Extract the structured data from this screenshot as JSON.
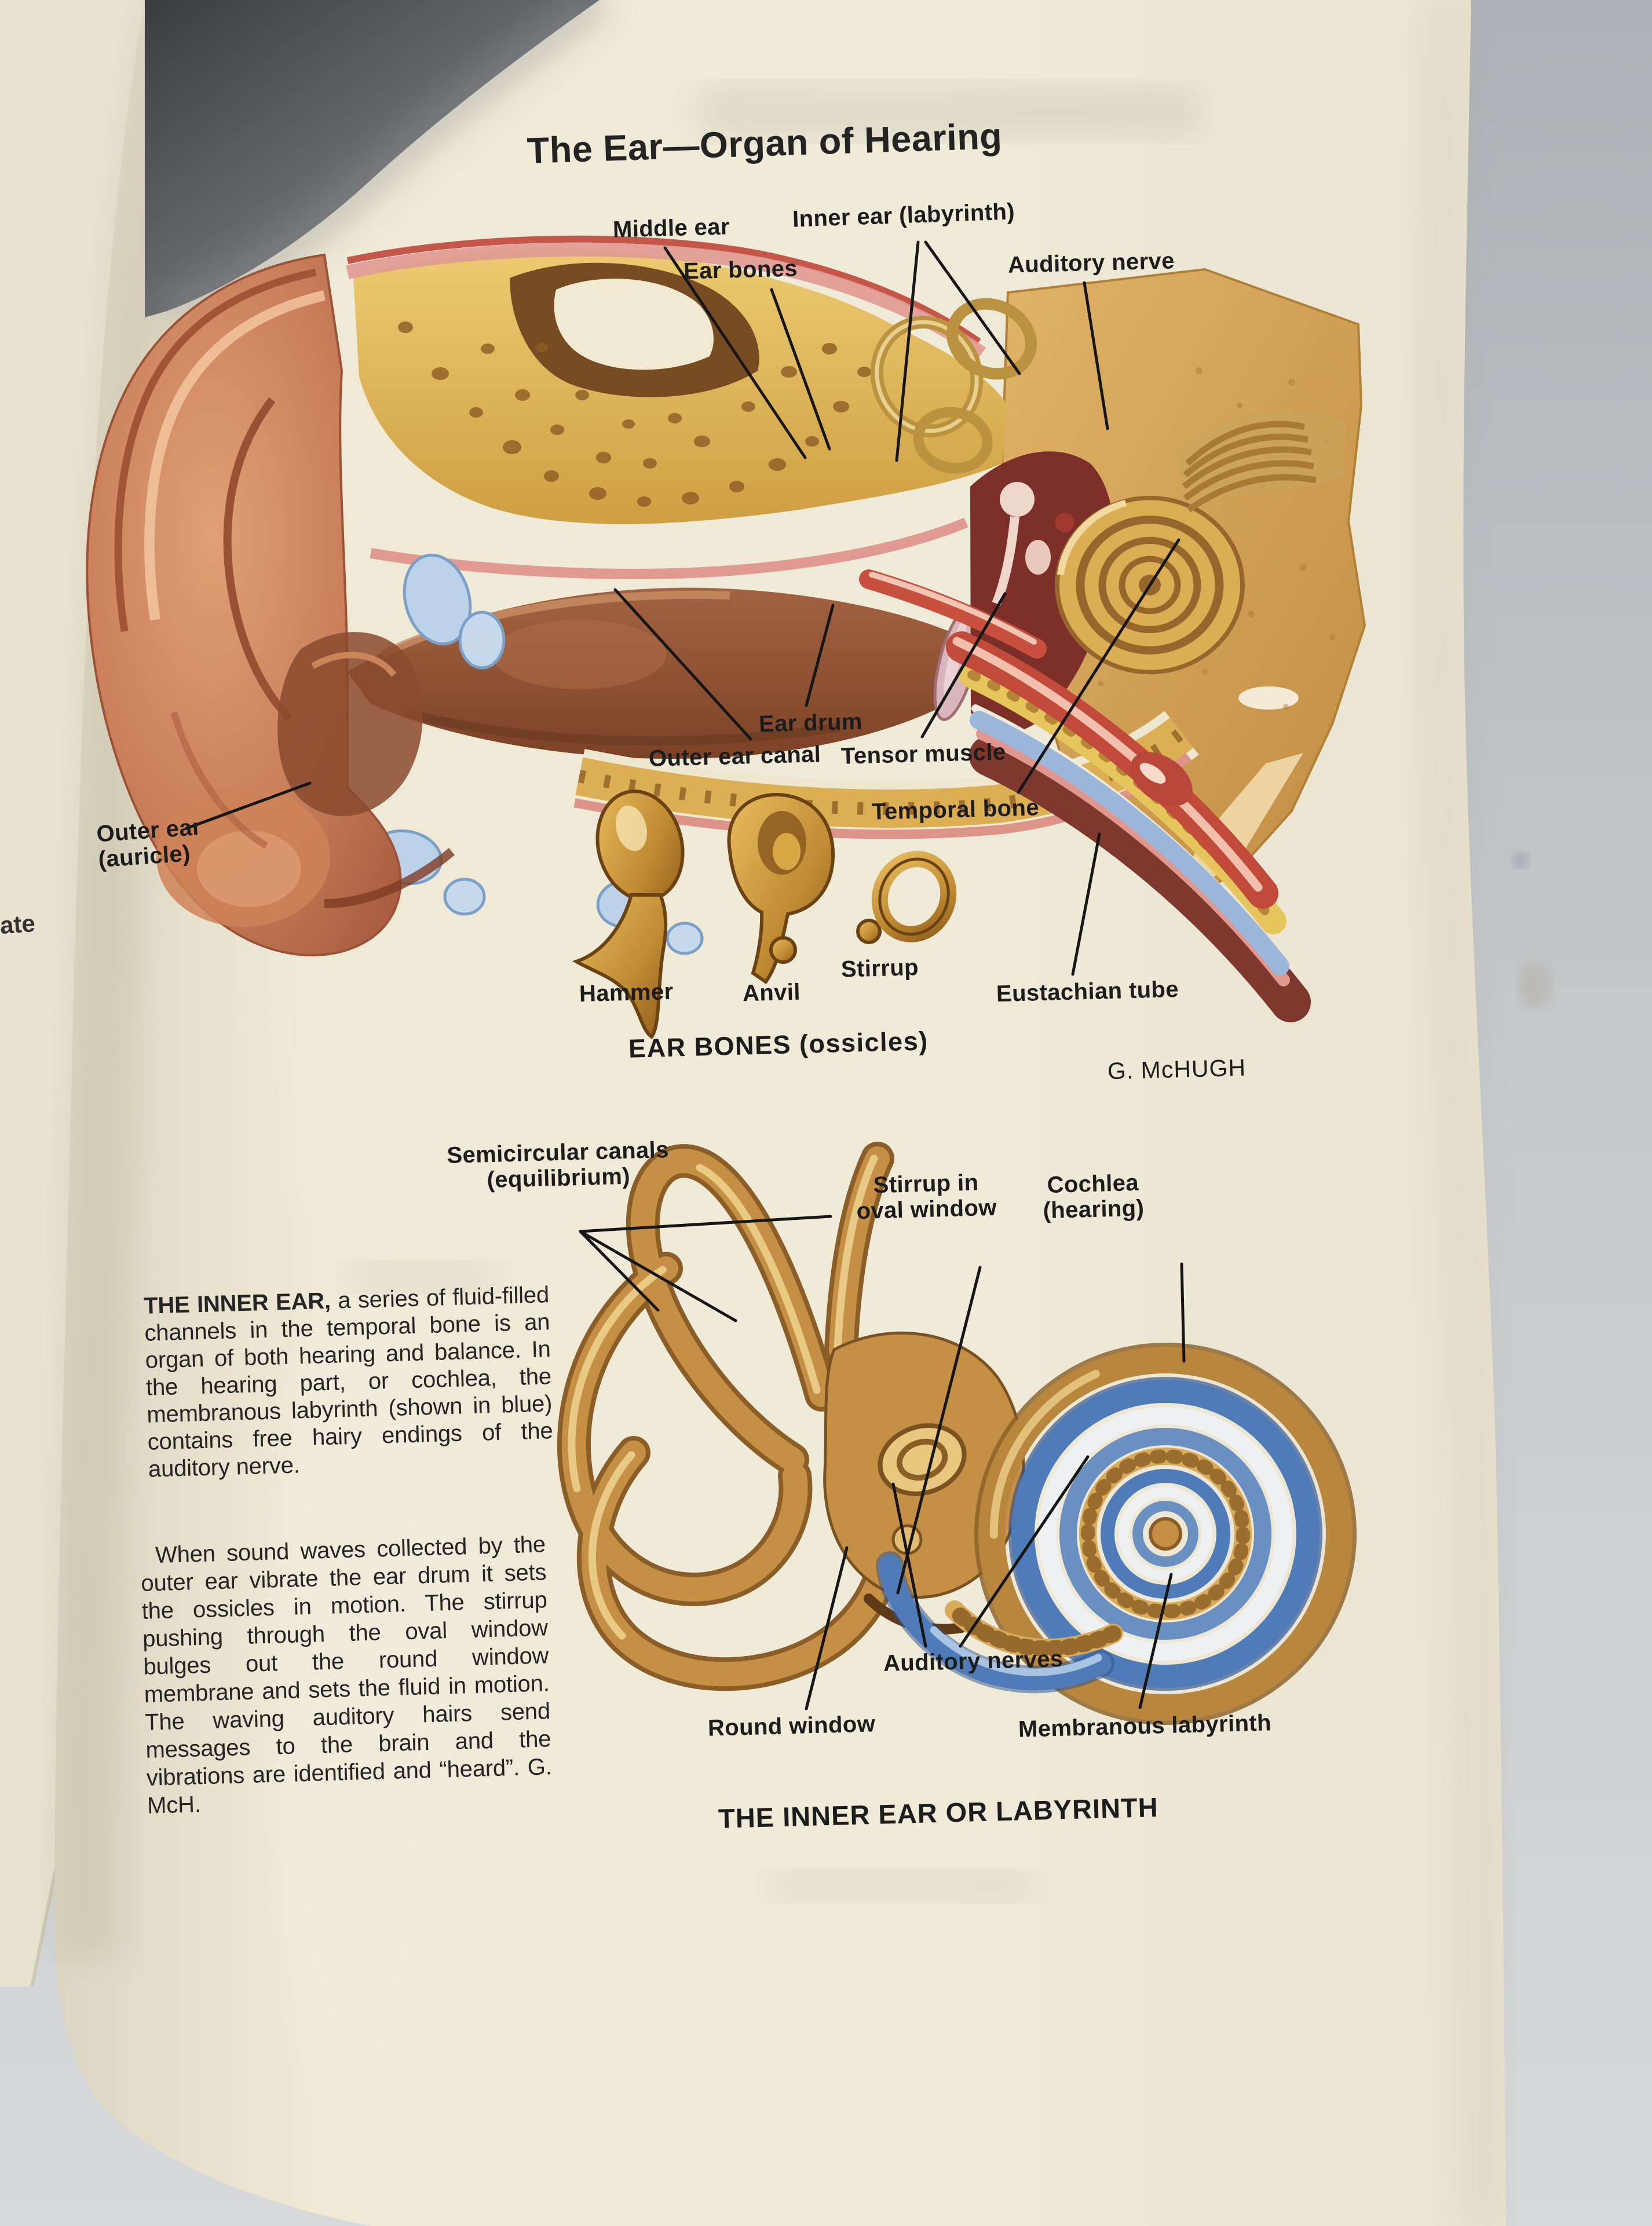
{
  "book_page": {
    "title": "The Ear—Organ of Hearing",
    "page_edge_fragment": "ate",
    "top_figure": {
      "labels": {
        "middle_ear": "Middle ear",
        "inner_ear": "Inner ear (labyrinth)",
        "ear_bones": "Ear bones",
        "auditory_nerve": "Auditory nerve",
        "ear_drum": "Ear drum",
        "outer_ear_canal": "Outer ear canal",
        "tensor_muscle": "Tensor muscle",
        "temporal_bone": "Temporal bone",
        "outer_ear_1": "Outer ear",
        "outer_ear_2": "(auricle)",
        "hammer": "Hammer",
        "anvil": "Anvil",
        "stirrup": "Stirrup",
        "eustachian_tube": "Eustachian tube"
      },
      "caption": "EAR BONES (ossicles)",
      "credit": "G. McHUGH"
    },
    "inner_ear_figure": {
      "labels": {
        "semicircular_1": "Semicircular canals",
        "semicircular_2": "(equilibrium)",
        "stirrup_oval_1": "Stirrup in",
        "stirrup_oval_2": "oval window",
        "cochlea_1": "Cochlea",
        "cochlea_2": "(hearing)",
        "auditory_nerves": "Auditory nerves",
        "round_window": "Round window",
        "membranous_labyrinth": "Membranous labyrinth"
      },
      "caption": "THE INNER EAR OR LABYRINTH"
    },
    "body_text": {
      "p1_lead": "THE INNER EAR,",
      "p1_rest": " a series of fluid-filled channels in the temporal bone is an organ of both hearing and balance. In the hearing part, or cochlea, the membranous labyrinth (shown in blue) contains free hairy endings of the auditory nerve.",
      "p2": "When sound waves collected by the outer ear vibrate the ear drum it sets the ossicles in motion. The stirrup pushing through the oval window bulges out the round window membrane and sets the fluid in motion. The waving auditory hairs send messages to the brain and the vibrations are identified and “heard”. G. McH."
    },
    "colors": {
      "page_cream": "#efe9d6",
      "background_gray": "#c3c7ca",
      "bone_gold": "#dfb45f",
      "flesh": "#c97f5a",
      "canal_brown": "#8a4c30",
      "cartilage_blue": "#b9cfe6",
      "membranous_blue": "#4f7cb8",
      "tube_red": "#c04838",
      "ink": "#1b1b1b"
    }
  }
}
